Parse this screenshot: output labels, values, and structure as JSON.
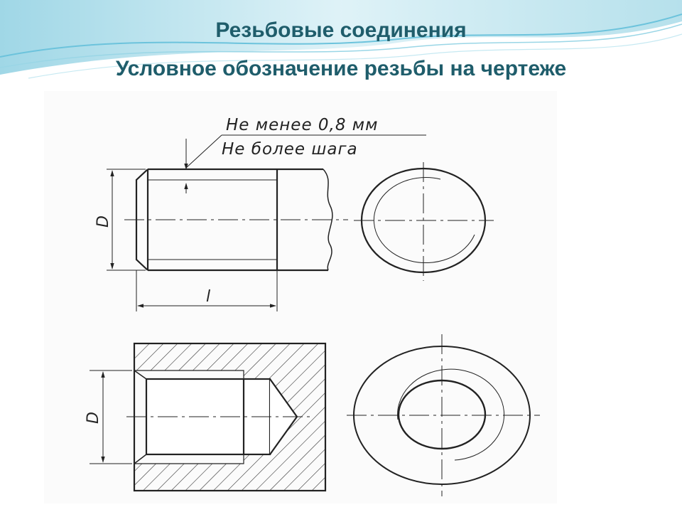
{
  "slide": {
    "title_line1": "Резьбовые соединения",
    "title_line2": "Условное обозначение  резьбы  на чертеже"
  },
  "drawing": {
    "note_line1": "Не менее 0,8 мм",
    "note_line2": "Не более шага",
    "dimension_diameter_top": "D",
    "dimension_length": "l",
    "dimension_diameter_bottom": "D"
  },
  "colors": {
    "title": "#1f5d6b",
    "wave_light": "#bfe3ee",
    "wave_mid": "#7ccbe0",
    "line": "#222222"
  }
}
